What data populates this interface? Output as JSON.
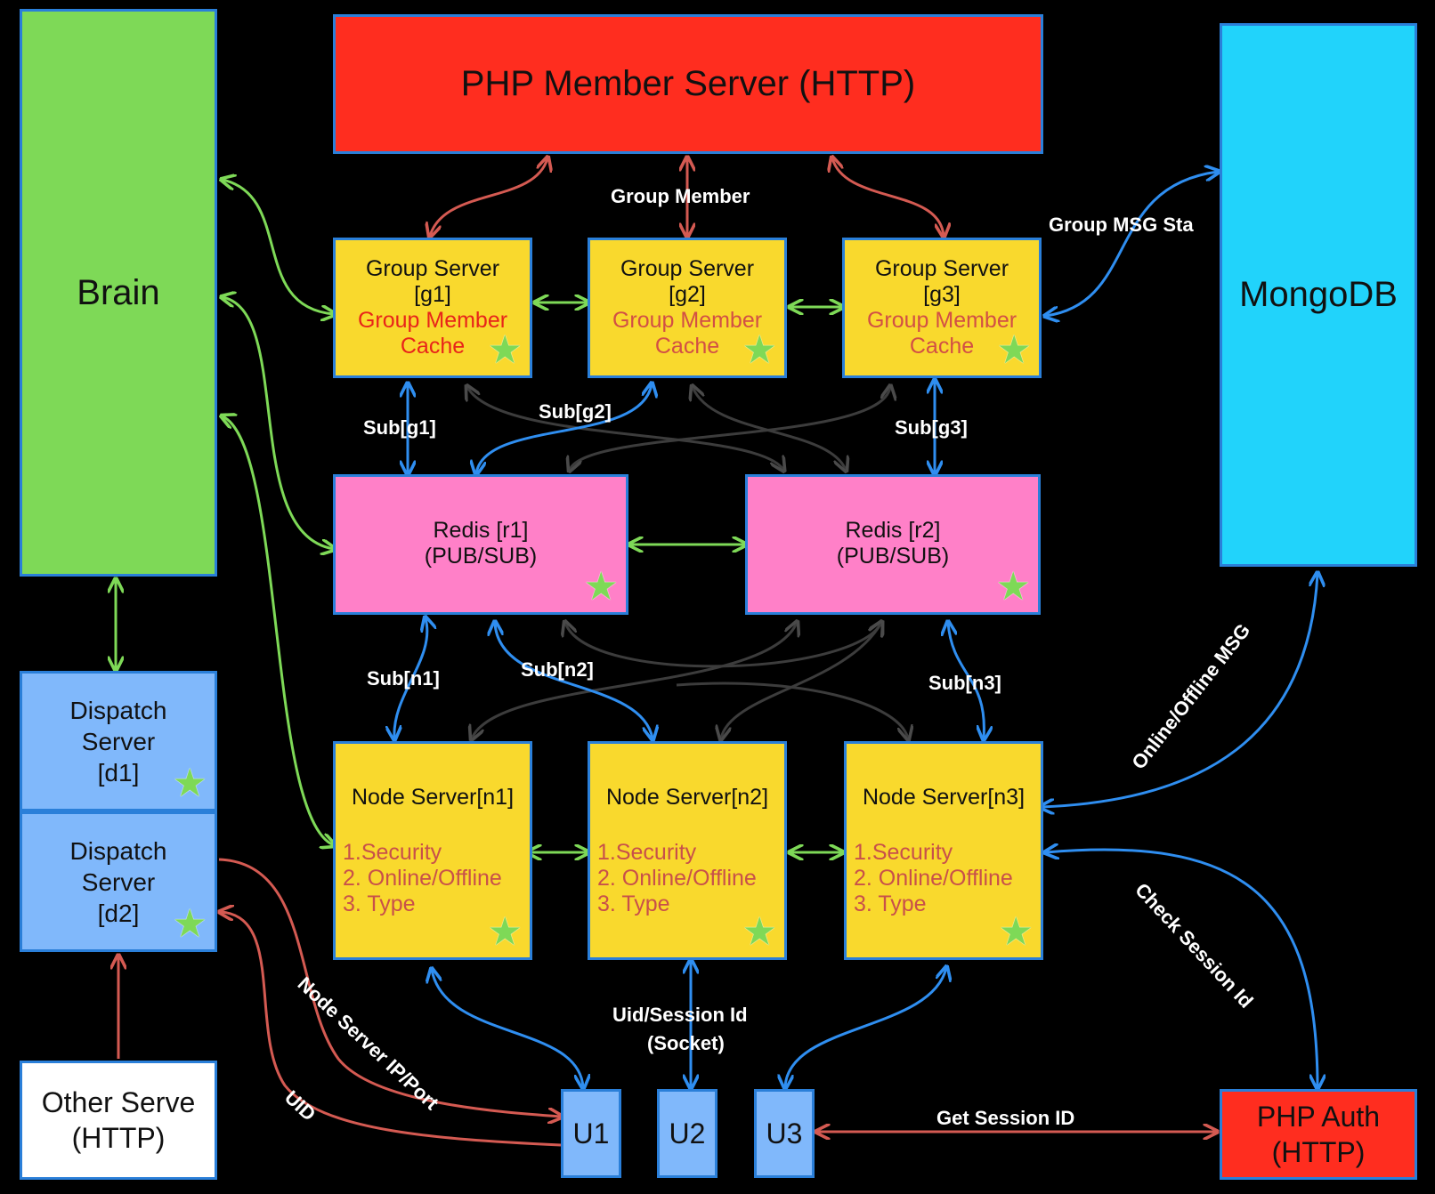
{
  "php_member": "PHP Member Server (HTTP)",
  "brain": "Brain",
  "mongodb": "MongoDB",
  "group_servers": [
    {
      "line1": "Group Server",
      "line2": "[g1]",
      "line3": "Group Member",
      "line4": "Cache"
    },
    {
      "line1": "Group Server",
      "line2": "[g2]",
      "line3": "Group Member",
      "line4": "Cache"
    },
    {
      "line1": "Group Server",
      "line2": "[g3]",
      "line3": "Group Member",
      "line4": "Cache"
    }
  ],
  "redis": [
    {
      "line1": "Redis [r1]",
      "line2": "(PUB/SUB)"
    },
    {
      "line1": "Redis [r2]",
      "line2": "(PUB/SUB)"
    }
  ],
  "node_servers": [
    {
      "title": "Node Server[n1]",
      "items": [
        "1.Security",
        "2. Online/Offline",
        "3. Type"
      ]
    },
    {
      "title": "Node Server[n2]",
      "items": [
        "1.Security",
        "2. Online/Offline",
        "3. Type"
      ]
    },
    {
      "title": "Node Server[n3]",
      "items": [
        "1.Security",
        "2. Online/Offline",
        "3. Type"
      ]
    }
  ],
  "dispatch": [
    {
      "line1": "Dispatch",
      "line2": "Server",
      "line3": "[d1]"
    },
    {
      "line1": "Dispatch",
      "line2": "Server",
      "line3": "[d2]"
    }
  ],
  "other_server": {
    "line1": "Other Serve",
    "line2": "(HTTP)"
  },
  "users": [
    "U1",
    "U2",
    "U3"
  ],
  "php_auth": {
    "line1": "PHP Auth",
    "line2": "(HTTP)"
  },
  "labels": {
    "group_member": "Group Member",
    "group_msg_sta": "Group MSG Sta",
    "sub_g1": "Sub[g1]",
    "sub_g2": "Sub[g2]",
    "sub_g3": "Sub[g3]",
    "sub_n1": "Sub[n1]",
    "sub_n2": "Sub[n2]",
    "sub_n3": "Sub[n3]",
    "online_offline_msg": "Online/Offline MSG",
    "check_session_id": "Check Session Id",
    "uid_session": "Uid/Session Id",
    "socket": "(Socket)",
    "get_session_id": "Get Session ID",
    "node_server_ip_port": "Node Server IP/Port",
    "uid": "UID"
  },
  "colors": {
    "red": "#ff2d1f",
    "green": "#7ed957",
    "cyan": "#21d3fb",
    "yellow": "#f9d92d",
    "pink": "#ff80c8",
    "light_blue": "#80b8fb",
    "arrow_red": "#d45a52",
    "arrow_green": "#7ed957",
    "arrow_blue": "#2f8ef0",
    "arrow_gray": "#3c3c3c"
  }
}
